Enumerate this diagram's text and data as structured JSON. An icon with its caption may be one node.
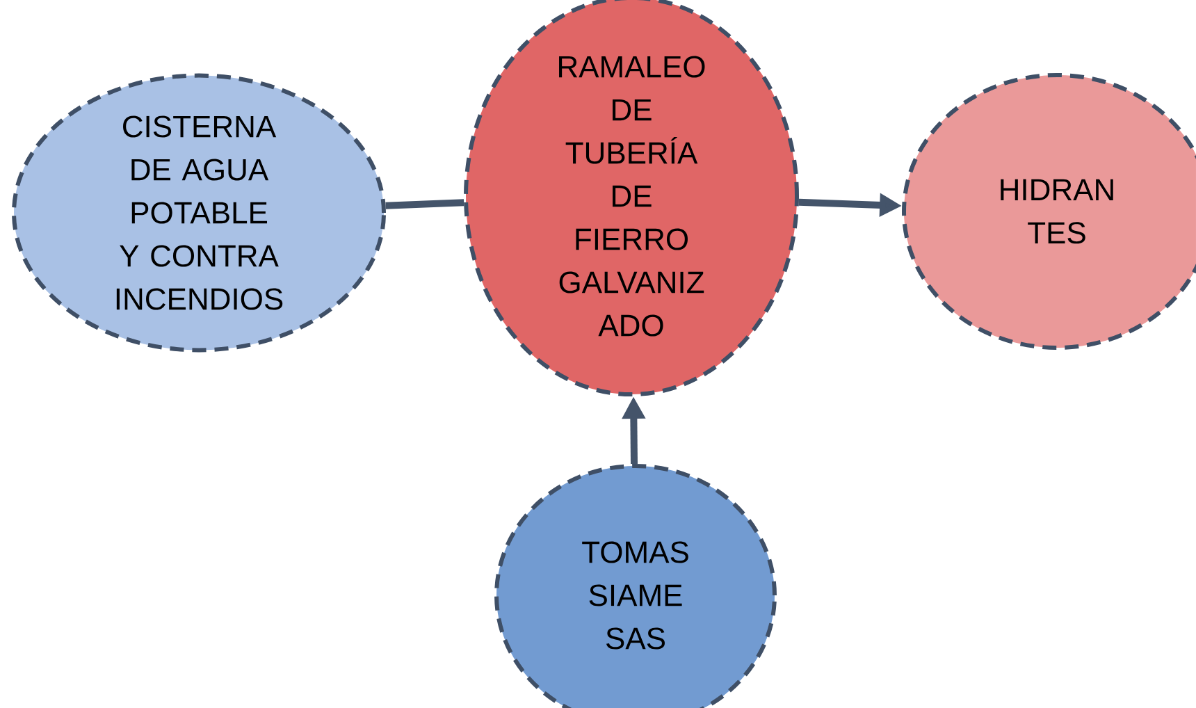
{
  "diagram": {
    "nodes": [
      {
        "text": [
          "CISTERNA DE AGUA POTABLE Y CONTRA INCENDIOS"
        ]
      },
      {
        "text": [
          "RAMALEO DE TUBERÍA DE FIERRO GALVANIZ ADO"
        ]
      },
      {
        "text": [
          "HIDRAN TES"
        ]
      },
      {
        "text": [
          "TOMAS SIAME SAS"
        ]
      }
    ],
    "edges": [
      {
        "from": 0,
        "to": 1,
        "arrow": "none"
      },
      {
        "from": 1,
        "to": 2,
        "arrow": "to"
      },
      {
        "from": 3,
        "to": 1,
        "arrow": "to"
      }
    ]
  }
}
